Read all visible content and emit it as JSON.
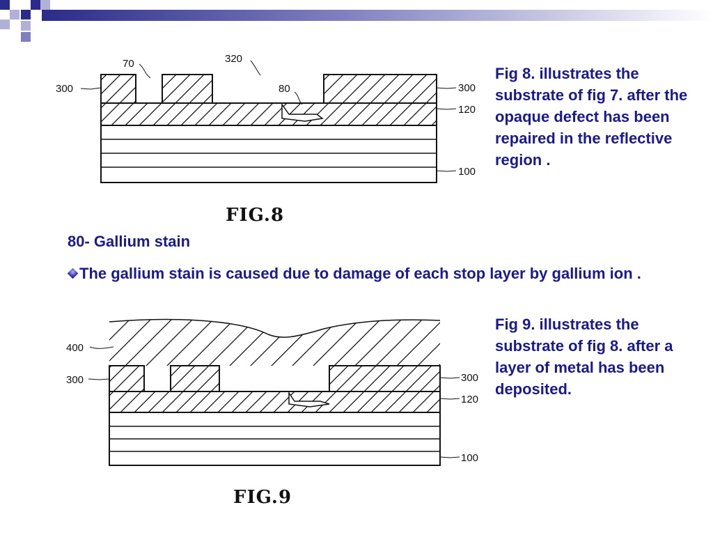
{
  "colors": {
    "text": "#1a1a8c",
    "band_dark": "#2b2b8a",
    "band_light": "#b0b0d8"
  },
  "fig8": {
    "caption": "FIG.8",
    "labels": {
      "l70": "70",
      "l320": "320",
      "l80": "80",
      "l300_left": "300",
      "l300_right": "300",
      "l120": "120",
      "l100": "100"
    },
    "description": "Fig 8. illustrates the substrate of fig 7. after the opaque defect has been repaired in the reflective region ."
  },
  "stain": {
    "label": "80- Gallium stain",
    "cause": "The gallium stain is caused due to damage of each stop layer by gallium ion ."
  },
  "fig9": {
    "caption": "FIG.9",
    "labels": {
      "l400": "400",
      "l300_left": "300",
      "l300_right": "300",
      "l120": "120",
      "l100": "100"
    },
    "description": "Fig 9. illustrates the substrate of fig 8. after a layer of metal has been deposited."
  }
}
